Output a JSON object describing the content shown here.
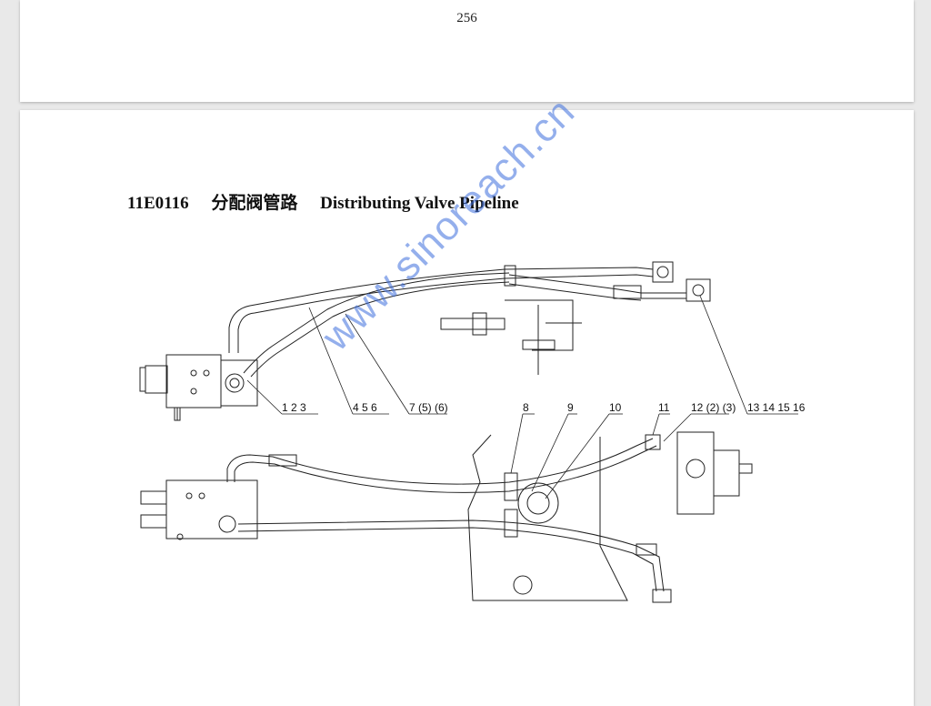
{
  "previous_page": {
    "page_number": "256"
  },
  "section": {
    "code": "11E0116",
    "title_cn": "分配阀管路",
    "title_en": "Distributing Valve Pipeline"
  },
  "callouts": {
    "c1": "1 2 3",
    "c2": "4 5 6",
    "c3": "7 (5) (6)",
    "c4": "8",
    "c5": "9",
    "c6": "10",
    "c7": "11",
    "c8": "12 (2) (3)",
    "c9": "13 14 15 16"
  },
  "watermark": "www.sinoreach.cn"
}
